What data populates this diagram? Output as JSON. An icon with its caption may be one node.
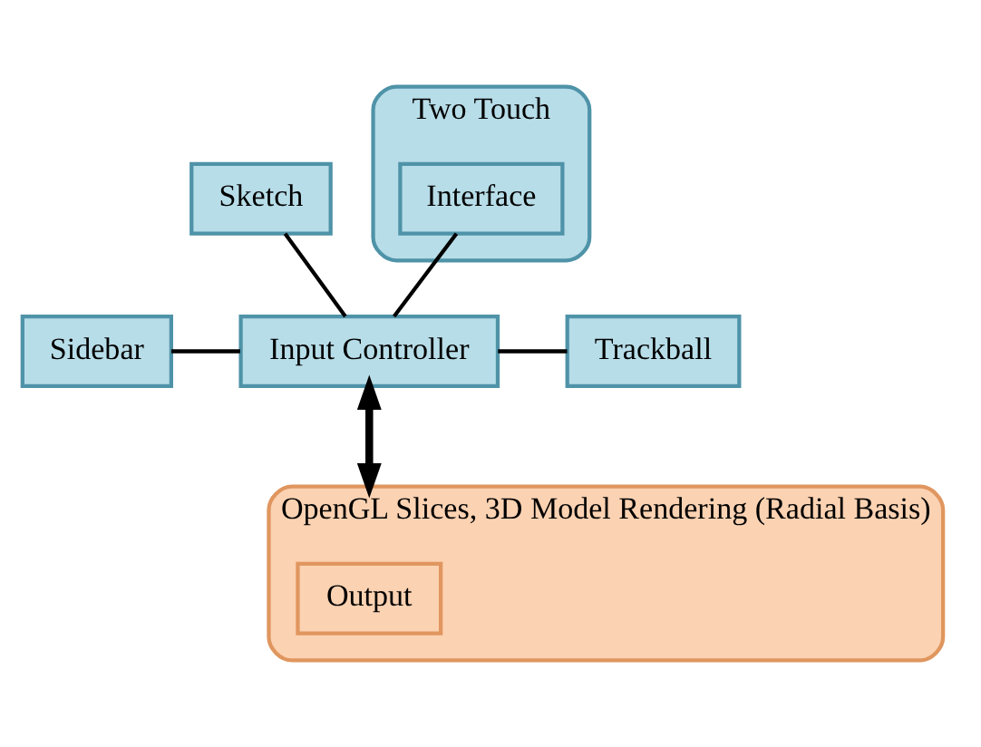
{
  "diagram": {
    "nodes": [
      {
        "text": [
          "Sketch"
        ]
      },
      {
        "text": [
          "Two Touch"
        ]
      },
      {
        "text": [
          "Interface"
        ],
        "in": 1
      },
      {
        "text": [
          "Sidebar"
        ]
      },
      {
        "text": [
          "Input Controller"
        ]
      },
      {
        "text": [
          "Trackball"
        ]
      },
      {
        "text": [
          "OpenGL Slices, 3D Model Rendering (Radial Basis)"
        ]
      },
      {
        "text": [
          "Output"
        ],
        "in": 6
      }
    ],
    "edges": [
      {
        "from": 0,
        "to": 4,
        "arrow": "none"
      },
      {
        "from": 2,
        "to": 4,
        "arrow": "none"
      },
      {
        "from": 3,
        "to": 4,
        "arrow": "none"
      },
      {
        "from": 4,
        "to": 5,
        "arrow": "none"
      },
      {
        "from": 4,
        "to": 6,
        "arrow": "both",
        "style": "thick"
      }
    ]
  }
}
